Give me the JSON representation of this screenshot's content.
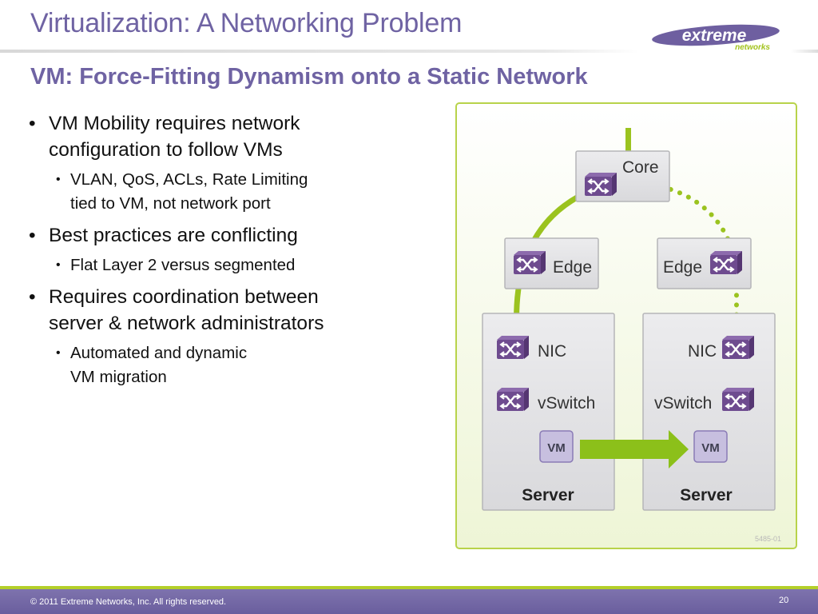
{
  "slide": {
    "title": "Virtualization: A Networking Problem",
    "subtitle": "VM: Force-Fitting Dynamism onto a Static Network"
  },
  "logo": {
    "main_text": "extreme",
    "sub_text": "networks"
  },
  "bullets": [
    {
      "lines": [
        "VM Mobility requires network",
        "configuration to follow VMs"
      ],
      "sub": [
        {
          "lines": [
            "VLAN, QoS, ACLs, Rate Limiting",
            "tied to VM, not network port"
          ]
        }
      ]
    },
    {
      "lines": [
        "Best practices are conflicting"
      ],
      "sub": [
        {
          "lines": [
            "Flat Layer 2 versus segmented"
          ]
        }
      ]
    },
    {
      "lines": [
        "Requires coordination between",
        "server & network administrators"
      ],
      "sub": [
        {
          "lines": [
            "Automated and dynamic",
            "VM migration"
          ]
        }
      ]
    }
  ],
  "diagram": {
    "core_label": "Core",
    "edge_left_label": "Edge",
    "edge_right_label": "Edge",
    "nic_left_label": "NIC",
    "nic_right_label": "NIC",
    "vswitch_left_label": "vSwitch",
    "vswitch_right_label": "vSwitch",
    "vm_left_label": "VM",
    "vm_right_label": "VM",
    "server_left_label": "Server",
    "server_right_label": "Server",
    "figure_id": "5485-01",
    "colors": {
      "purple": "#6e4b8f",
      "green": "#9bc31f",
      "box": "#e6e6e8",
      "panel_bg": "#f3f8e4"
    }
  },
  "footer": {
    "copyright": "© 2011 Extreme Networks, Inc. All rights reserved.",
    "page_number": "20"
  }
}
